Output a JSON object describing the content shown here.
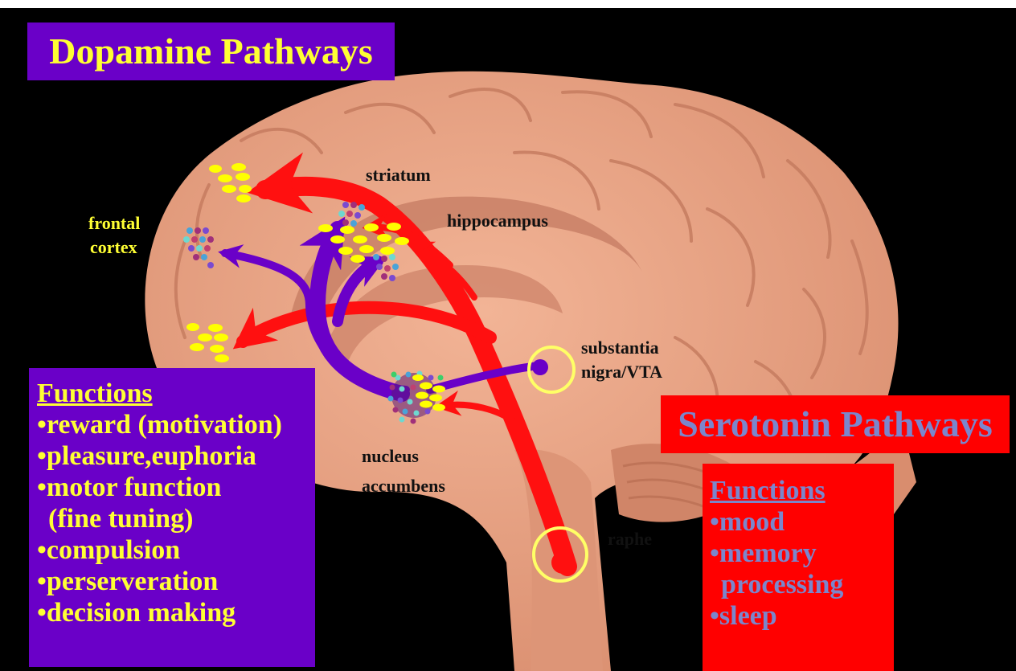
{
  "dopamine": {
    "title": "Dopamine Pathways",
    "functions_heading": "Functions",
    "functions": [
      "•reward (motivation)",
      "•pleasure,euphoria",
      "•motor function",
      " (fine  tuning)",
      "•compulsion",
      "•perserveration",
      "•decision making"
    ],
    "color": "#6a00c8",
    "text_color": "#ffff33"
  },
  "serotonin": {
    "title": "Serotonin Pathways",
    "functions_heading": "Functions",
    "functions": [
      "•mood",
      "•memory",
      " processing",
      "•sleep"
    ],
    "color": "#ff0000",
    "text_color": "#7b86cc"
  },
  "labels": {
    "striatum": "striatum",
    "hippocampus": "hippocampus",
    "frontal_cortex_line1": "frontal",
    "frontal_cortex_line2": "cortex",
    "substantia_line1": "substantia",
    "substantia_line2": "nigra/VTA",
    "nucleus_line1": "nucleus",
    "nucleus_line2": "accumbens",
    "raphe": "raphe"
  },
  "colors": {
    "background": "#000000",
    "brain": "#e8a283",
    "dopamine_arrow": "#6a00c8",
    "serotonin_arrow": "#ff1010",
    "receptor_yellow": "#ffff00",
    "nucleus_ring": "#ffff66"
  }
}
